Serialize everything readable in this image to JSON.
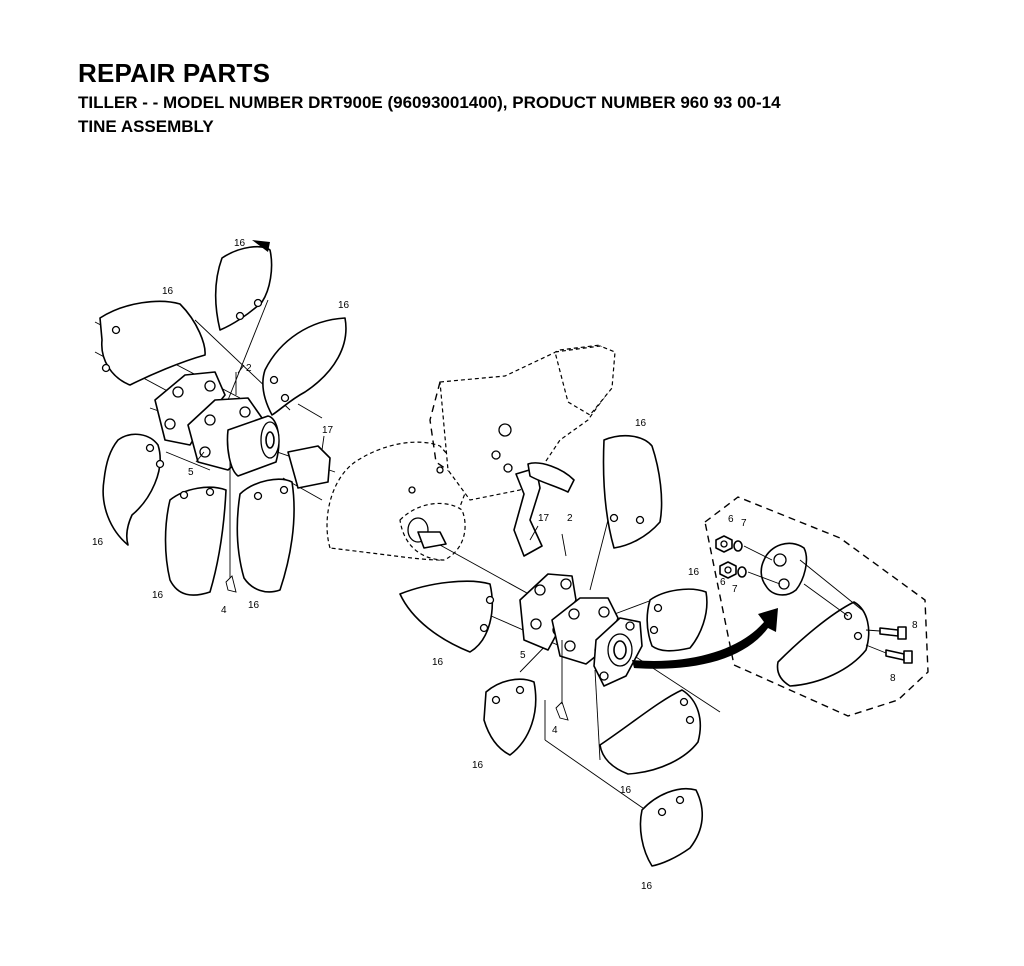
{
  "header": {
    "title": "REPAIR PARTS",
    "subtitle": "TILLER - - MODEL NUMBER DRT900E (96093001400), PRODUCT NUMBER 960 93 00-14",
    "section": "TINE ASSEMBLY"
  },
  "diagram": {
    "labels": {
      "p16a": "16",
      "p16b": "16",
      "p16c": "16",
      "p16d": "16",
      "p16e": "16",
      "p16f": "16",
      "p16g": "16",
      "p16h": "16",
      "p16i": "16",
      "p16j": "16",
      "p16k": "16",
      "p16l": "16",
      "p2a": "2",
      "p2b": "2",
      "p17a": "17",
      "p17b": "17",
      "p5a": "5",
      "p5b": "5",
      "p4a": "4",
      "p4b": "4",
      "p6a": "6",
      "p6b": "6",
      "p7a": "7",
      "p7b": "7",
      "p8a": "8",
      "p8b": "8"
    }
  }
}
